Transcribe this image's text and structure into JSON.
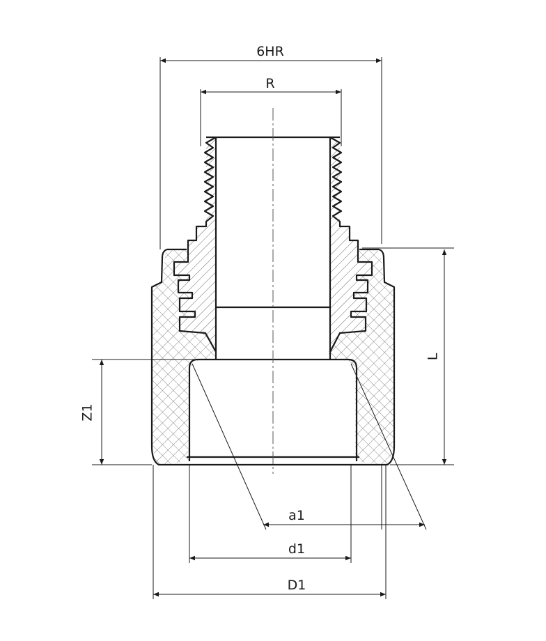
{
  "labels": {
    "hex_width": "6HR",
    "thread": "R",
    "length": "L",
    "z_height": "Z1",
    "a_dim": "a1",
    "inner_diameter": "d1",
    "outer_diameter": "D1"
  }
}
